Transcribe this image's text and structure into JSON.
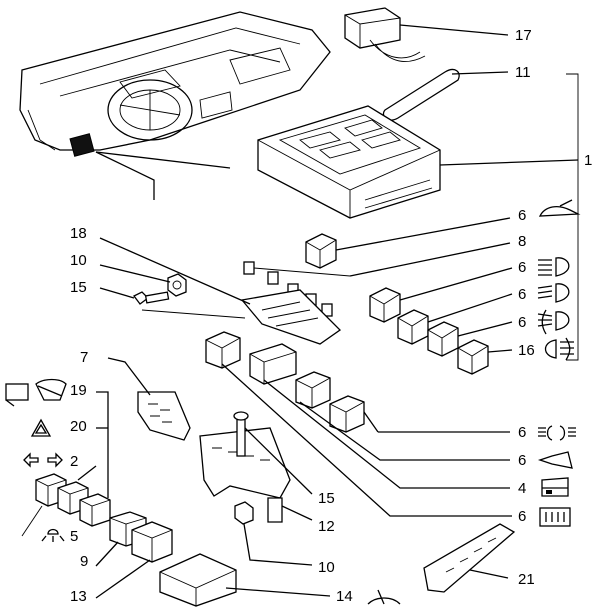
{
  "callouts": {
    "c1": "1",
    "c2": "2",
    "c4": "4",
    "c5": "5",
    "c6a": "6",
    "c6b": "6",
    "c6c": "6",
    "c6d": "6",
    "c6e": "6",
    "c6f": "6",
    "c6g": "6",
    "c7": "7",
    "c8": "8",
    "c9": "9",
    "c10a": "10",
    "c10b": "10",
    "c11": "11",
    "c12": "12",
    "c13": "13",
    "c14": "14",
    "c15a": "15",
    "c15b": "15",
    "c16": "16",
    "c17": "17",
    "c18": "18",
    "c19": "19",
    "c20": "20",
    "c21": "21"
  },
  "icons": [
    "trunk-lid-icon",
    "high-beam-icon",
    "low-beam-icon",
    "front-fog-icon",
    "rear-fog-icon",
    "parking-light-icon",
    "horn-icon",
    "door-lock-icon",
    "rear-defrost-icon",
    "windscreen-wiper-icon",
    "rear-wiper-icon",
    "hazard-warning-icon",
    "direction-indicator-icon",
    "interior-light-icon"
  ]
}
